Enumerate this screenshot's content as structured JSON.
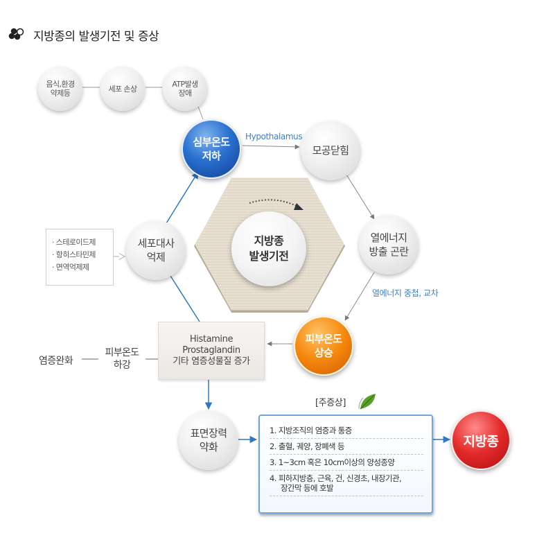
{
  "title": "지방종의 발생기전 및 증상",
  "nodes": {
    "diet": [
      "음식,환경",
      "약제등"
    ],
    "cell_damage": "세포 손상",
    "atp": [
      "ATP발생",
      "장애"
    ],
    "core_temp": [
      "심부온도",
      "저하"
    ],
    "pore": "모공닫힘",
    "heat": [
      "열에너지",
      "방출 곤란"
    ],
    "skin_temp_up": [
      "피부온도",
      "상승"
    ],
    "metabolism": [
      "세포대사",
      "억제"
    ],
    "surface": [
      "표면장력",
      "약화"
    ],
    "center": [
      "지방종",
      "발생기전"
    ],
    "lipoma": "지방종"
  },
  "edge_labels": {
    "hypothalamus": "Hypothalamus",
    "heat_accum": "열에너지 중첩, 교차"
  },
  "drugs": [
    "· 스테로이드제",
    "· 항히스타민제",
    "· 면역억제제"
  ],
  "histamine": [
    "Histamine",
    "Prostaglandin",
    "기타 염증성물질 증가"
  ],
  "skin_temp_down": [
    "피부온도",
    "하강"
  ],
  "inflammation_relief": "염증완화",
  "symptoms": {
    "title": "[주증상]",
    "items": [
      "1. 지방조직의 염증과 통증",
      "2. 출혈, 궤양, 장폐색 등",
      "3. 1~3cm 혹은 10cm이상의 양성종양",
      "4. 피하지방층, 근육, 건, 신경초, 내장기관,"
    ],
    "item4_cont": "장간막 등에 호발"
  },
  "colors": {
    "arrow_blue": "#2f78c4",
    "arrow_gray": "#8a8a8a",
    "blue_node": "#2a70cf",
    "orange_node": "#f58a0e",
    "red_node": "#e32b2b"
  }
}
